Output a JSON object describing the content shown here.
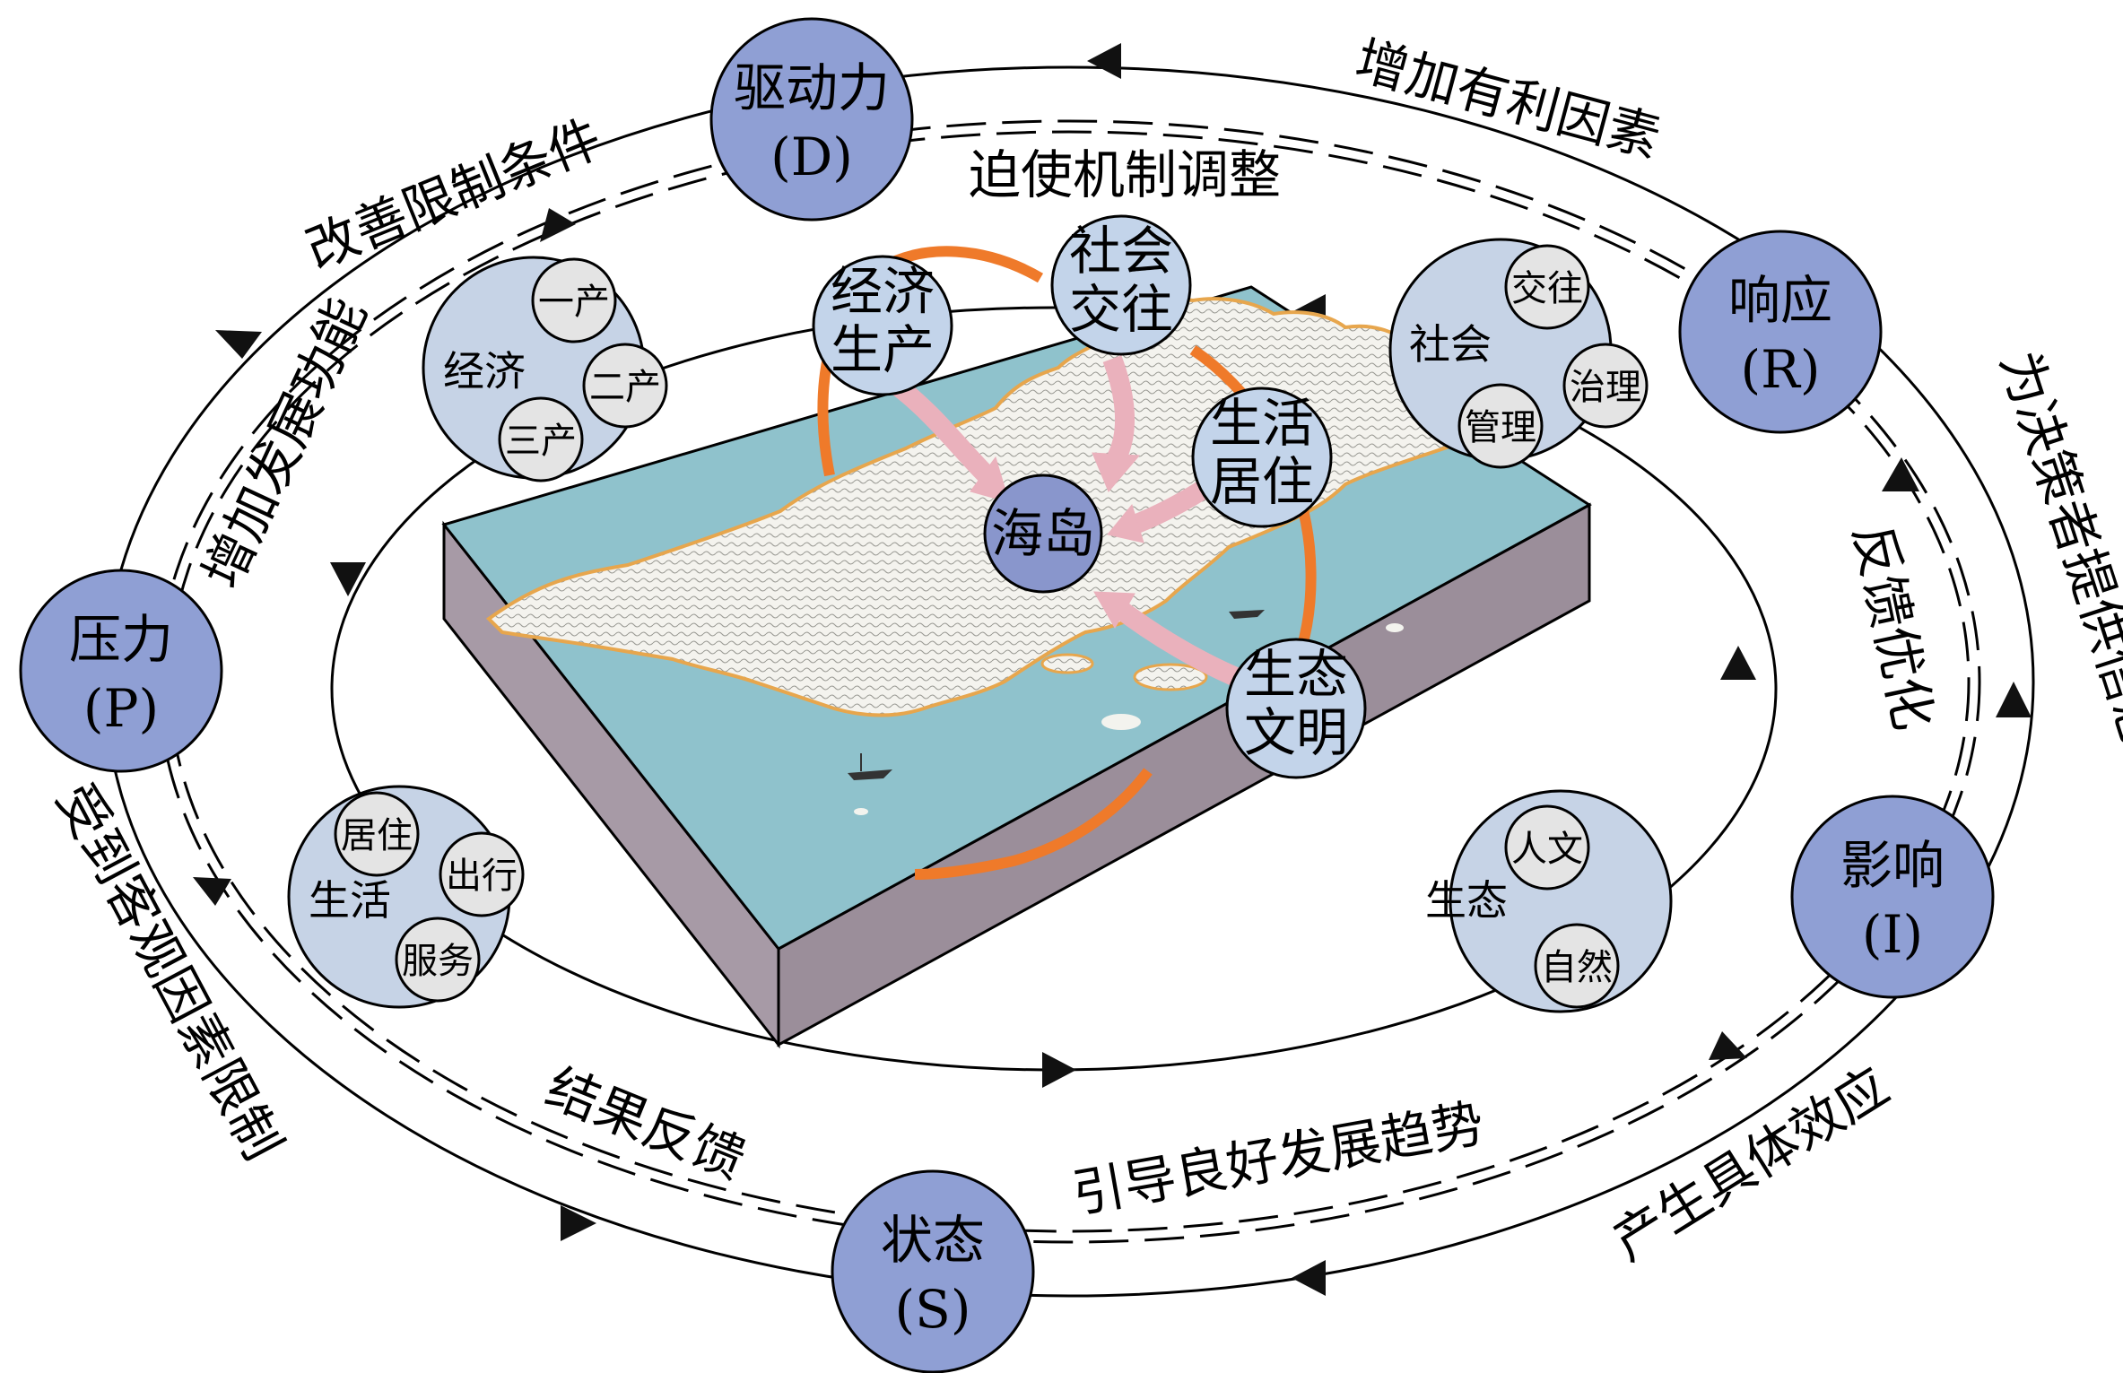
{
  "colors": {
    "major_node_fill": "#8f9fd4",
    "group_fill": "#c6d3e6",
    "sub_fill": "#e4e4e4",
    "island_node_fill": "#c3d4ea",
    "island_hub_fill": "#8996cc",
    "sea": "#8fc2cc",
    "land": "#f3f3ee",
    "slab_side": "#a79aa6",
    "orange_link": "#ef7a2a",
    "pink_arrow": "#eab1bc"
  },
  "major_nodes": {
    "driver": {
      "label": "驱动力",
      "code": "(D)"
    },
    "pressure": {
      "label": "压力",
      "code": "(P)"
    },
    "state": {
      "label": "状态",
      "code": "(S)"
    },
    "impact": {
      "label": "影响",
      "code": "(I)"
    },
    "response": {
      "label": "响应",
      "code": "(R)"
    }
  },
  "flows": {
    "improve_constraints": "改善限制条件",
    "add_favorable": "增加有利因素",
    "force_adjust": "迫使机制调整",
    "add_function": "增加发展功能",
    "limited_by_objective": "受到客观因素限制",
    "result_feedback": "结果反馈",
    "guide_trend": "引导良好发展趋势",
    "produce_effect": "产生具体效应",
    "feedback_optimize": "反馈优化",
    "inform_decision": "为决策者提供信息"
  },
  "groups": {
    "economy": {
      "label": "经济",
      "items": [
        "一产",
        "二产",
        "三产"
      ]
    },
    "society": {
      "label": "社会",
      "items": [
        "交往",
        "治理",
        "管理"
      ]
    },
    "life": {
      "label": "生活",
      "items": [
        "居住",
        "出行",
        "服务"
      ]
    },
    "ecology": {
      "label": "生态",
      "items": [
        "人文",
        "自然"
      ]
    }
  },
  "island": {
    "hub": "海岛",
    "nodes": {
      "econ_prod": [
        "经济",
        "生产"
      ],
      "social": [
        "社会",
        "交往"
      ],
      "living": [
        "生活",
        "居住"
      ],
      "eco_civ": [
        "生态",
        "文明"
      ]
    }
  }
}
